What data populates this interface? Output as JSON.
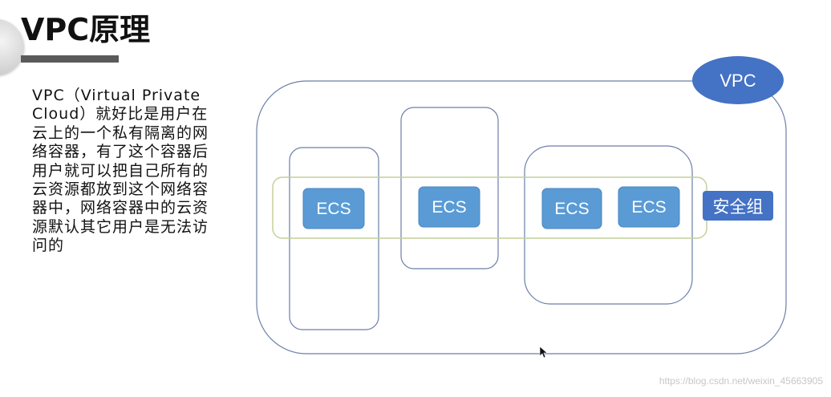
{
  "slide": {
    "title": "VPC原理",
    "description": "VPC（Virtual Private Cloud）就好比是用户在云上的一个私有隔离的网络容器，有了这个容器后用户就可以把自己所有的云资源都放到这个网络容器中，网络容器中的云资源默认其它用户是无法访问的",
    "watermark": "https://blog.csdn.net/weixin_45663905"
  },
  "diagram": {
    "vpc_label": "VPC",
    "security_group_label": "安全组",
    "ecs_nodes": [
      {
        "label": "ECS"
      },
      {
        "label": "ECS"
      },
      {
        "label": "ECS"
      },
      {
        "label": "ECS"
      }
    ],
    "colors": {
      "container_stroke": "#6c7fa8",
      "security_group_stroke": "#c4d19b",
      "ecs_fill": "#5a9bd5",
      "ecs_text": "#ffffff",
      "vpc_fill": "#4472c4",
      "security_group_fill": "#4472c4"
    }
  }
}
